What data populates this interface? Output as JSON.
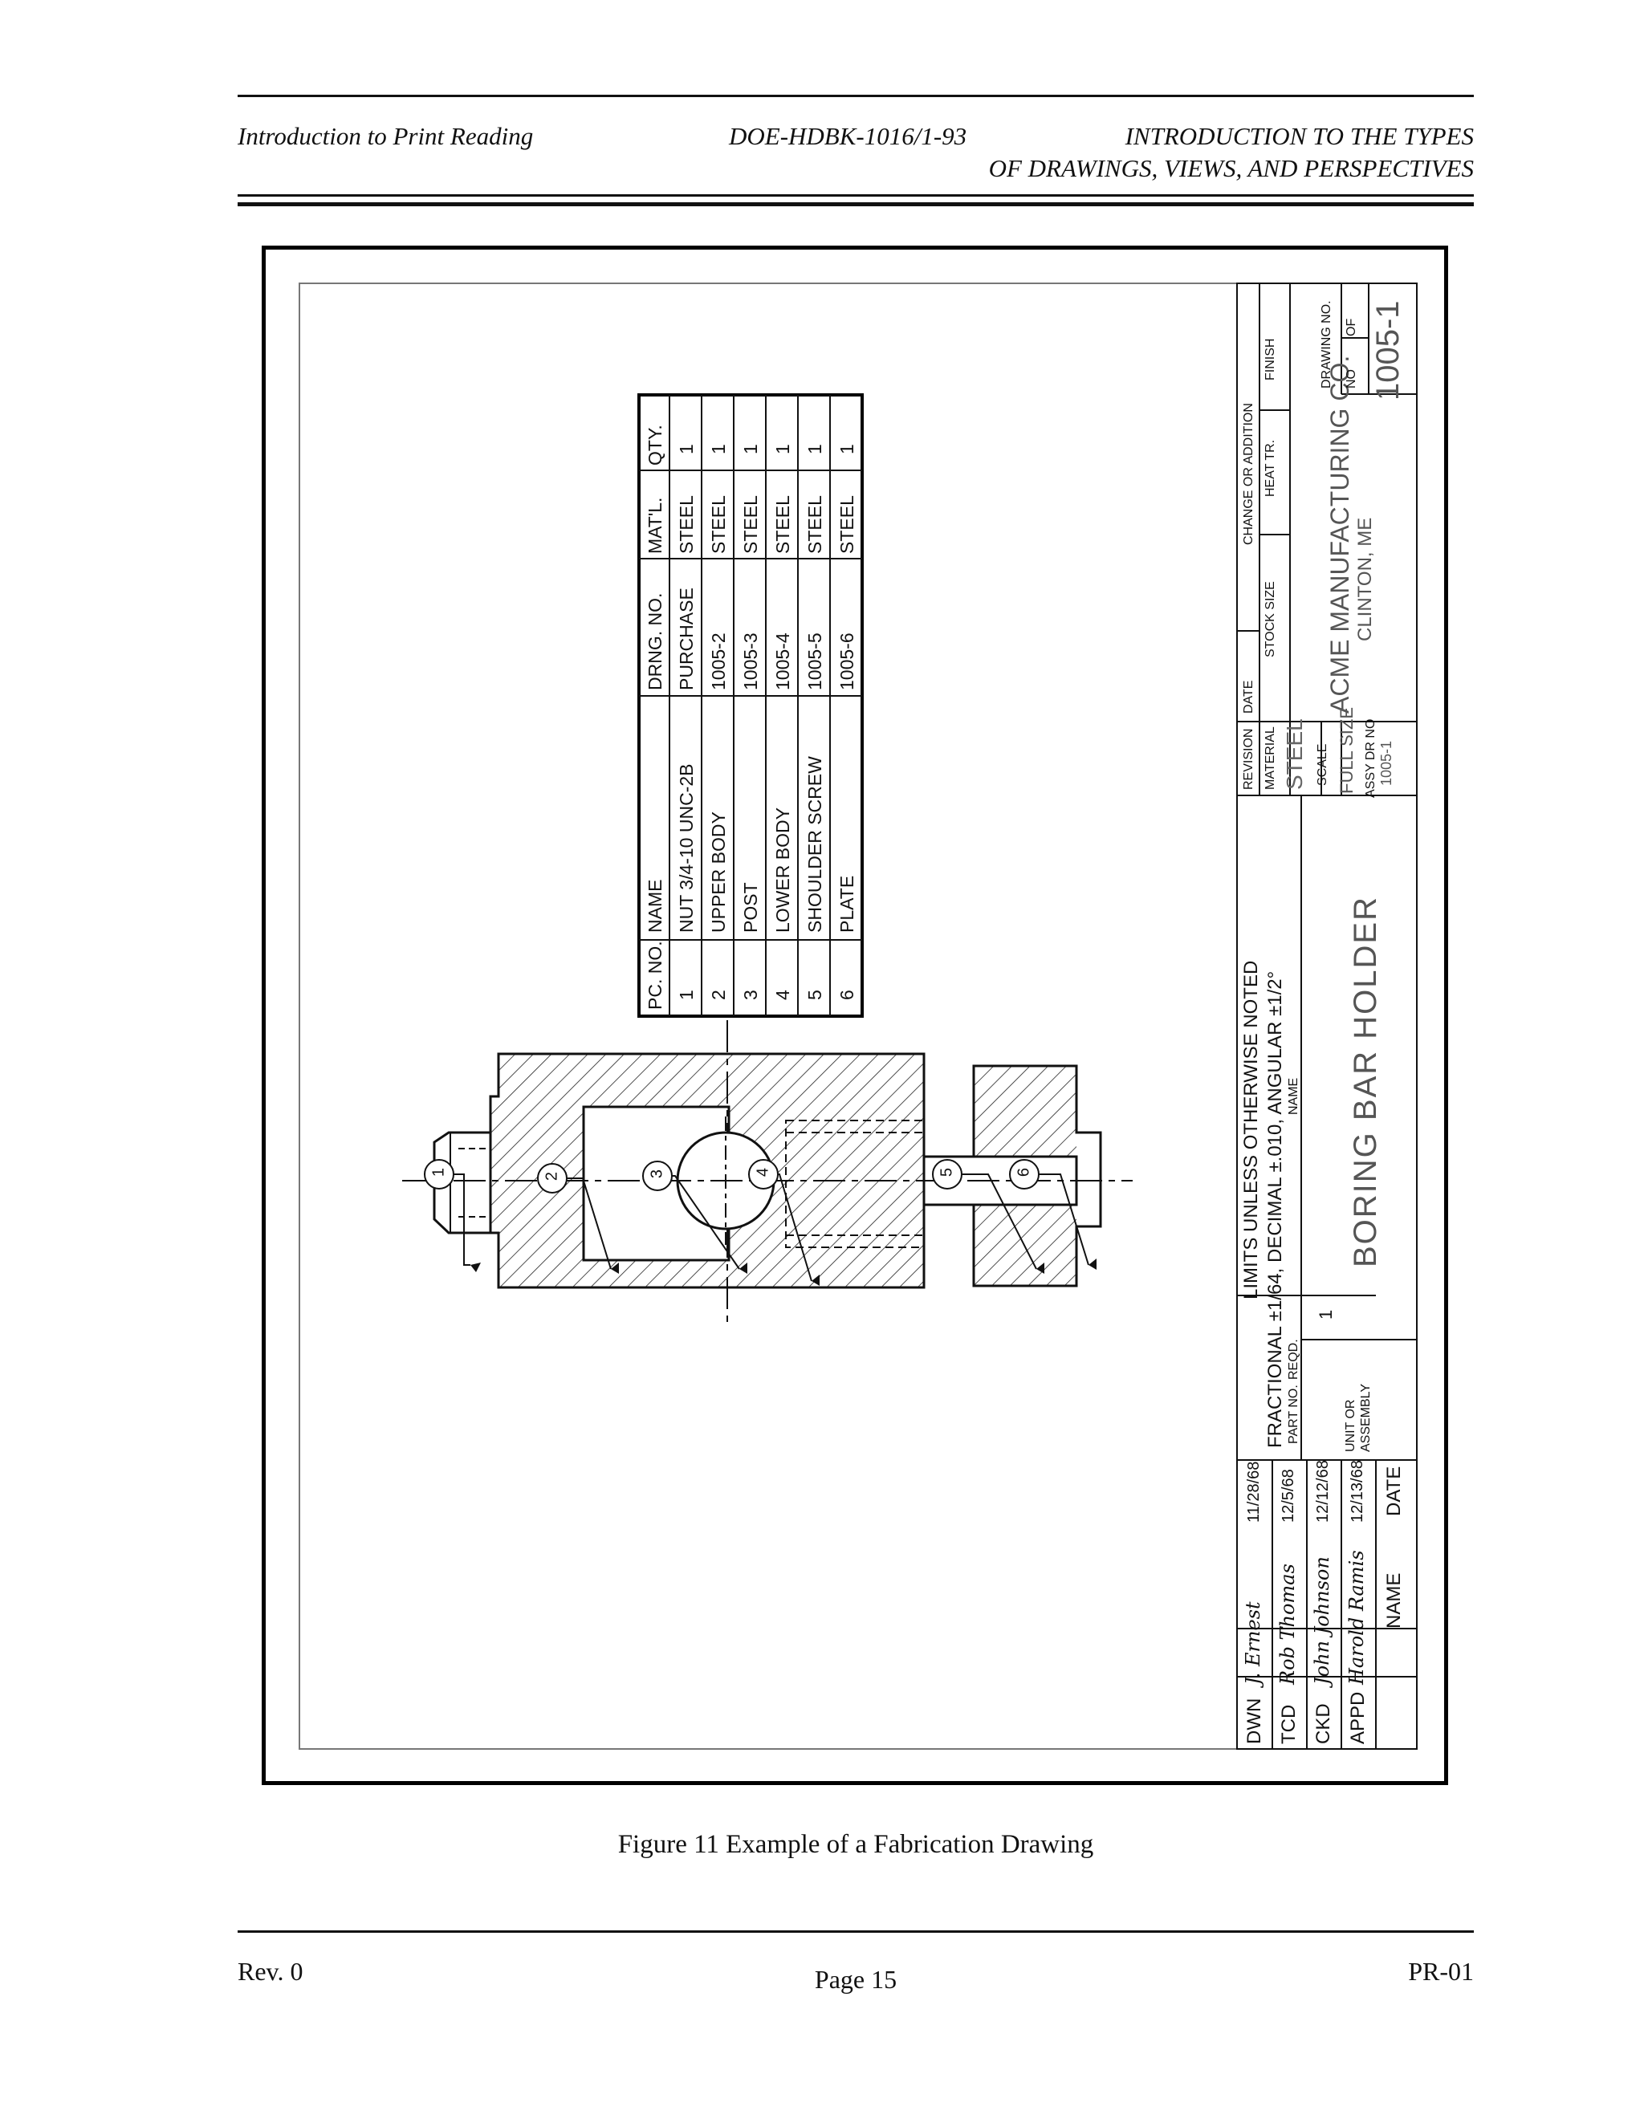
{
  "header": {
    "left": "Introduction to Print Reading",
    "middle": "DOE-HDBK-1016/1-93",
    "right_line1": "INTRODUCTION TO THE TYPES",
    "right_line2": "OF DRAWINGS, VIEWS, AND PERSPECTIVES"
  },
  "parts_list": {
    "headers": [
      "PC. NO.",
      "NAME",
      "DRNG. NO.",
      "MAT'L.",
      "QTY."
    ],
    "rows": [
      [
        "1",
        "NUT 3/4-10 UNC-2B",
        "PURCHASE",
        "STEEL",
        "1"
      ],
      [
        "2",
        "UPPER BODY",
        "1005-2",
        "STEEL",
        "1"
      ],
      [
        "3",
        "POST",
        "1005-3",
        "STEEL",
        "1"
      ],
      [
        "4",
        "LOWER BODY",
        "1005-4",
        "STEEL",
        "1"
      ],
      [
        "5",
        "SHOULDER SCREW",
        "1005-5",
        "STEEL",
        "1"
      ],
      [
        "6",
        "PLATE",
        "1005-6",
        "STEEL",
        "1"
      ]
    ]
  },
  "balloons": [
    "1",
    "2",
    "3",
    "4",
    "5",
    "6"
  ],
  "title_block": {
    "sign_rows": [
      {
        "role": "DWN",
        "name": "J. Ernest",
        "date": "11/28/68"
      },
      {
        "role": "TCD",
        "name": "Rob Thomas",
        "date": "12/5/68"
      },
      {
        "role": "CKD",
        "name": "John Johnson",
        "date": "12/12/68"
      },
      {
        "role": "APPD",
        "name": "Harold Ramis",
        "date": "12/13/68"
      }
    ],
    "name_label": "NAME",
    "date_label": "DATE",
    "limits_line1": "LIMITS UNLESS OTHERWISE NOTED",
    "limits_line2": "FRACTIONAL ±1/64, DECIMAL ±.010, ANGULAR ±1/2°",
    "part_no_label": "PART NO.",
    "reqd_label": "REQD.",
    "name_col_label": "NAME",
    "reqd_value": "1",
    "unit_label_1": "UNIT OR",
    "unit_label_2": "ASSEMBLY",
    "title": "BORING BAR HOLDER",
    "revision_label": "REVISION",
    "date_col_label": "DATE",
    "change_label": "CHANGE OR ADDITION",
    "material_label": "MATERIAL",
    "stock_label": "STOCK SIZE",
    "heat_label": "HEAT TR.",
    "finish_label": "FINISH",
    "material_value": "STEEL",
    "scale_label": "SCALE",
    "scale_value": "FULL SIZE",
    "assy_label": "ASSY DR NO",
    "assy_value": "1005-1",
    "company": "ACME MANUFACTURING CO.",
    "location": "CLINTON, ME",
    "drawing_no_label": "DRAWING NO.",
    "no_label": "NO",
    "of_label": "OF",
    "drawing_no": "1005-1"
  },
  "caption": "Figure 11   Example of a Fabrication Drawing",
  "footer": {
    "left": "Rev. 0",
    "center": "Page 15",
    "right": "PR-01"
  }
}
